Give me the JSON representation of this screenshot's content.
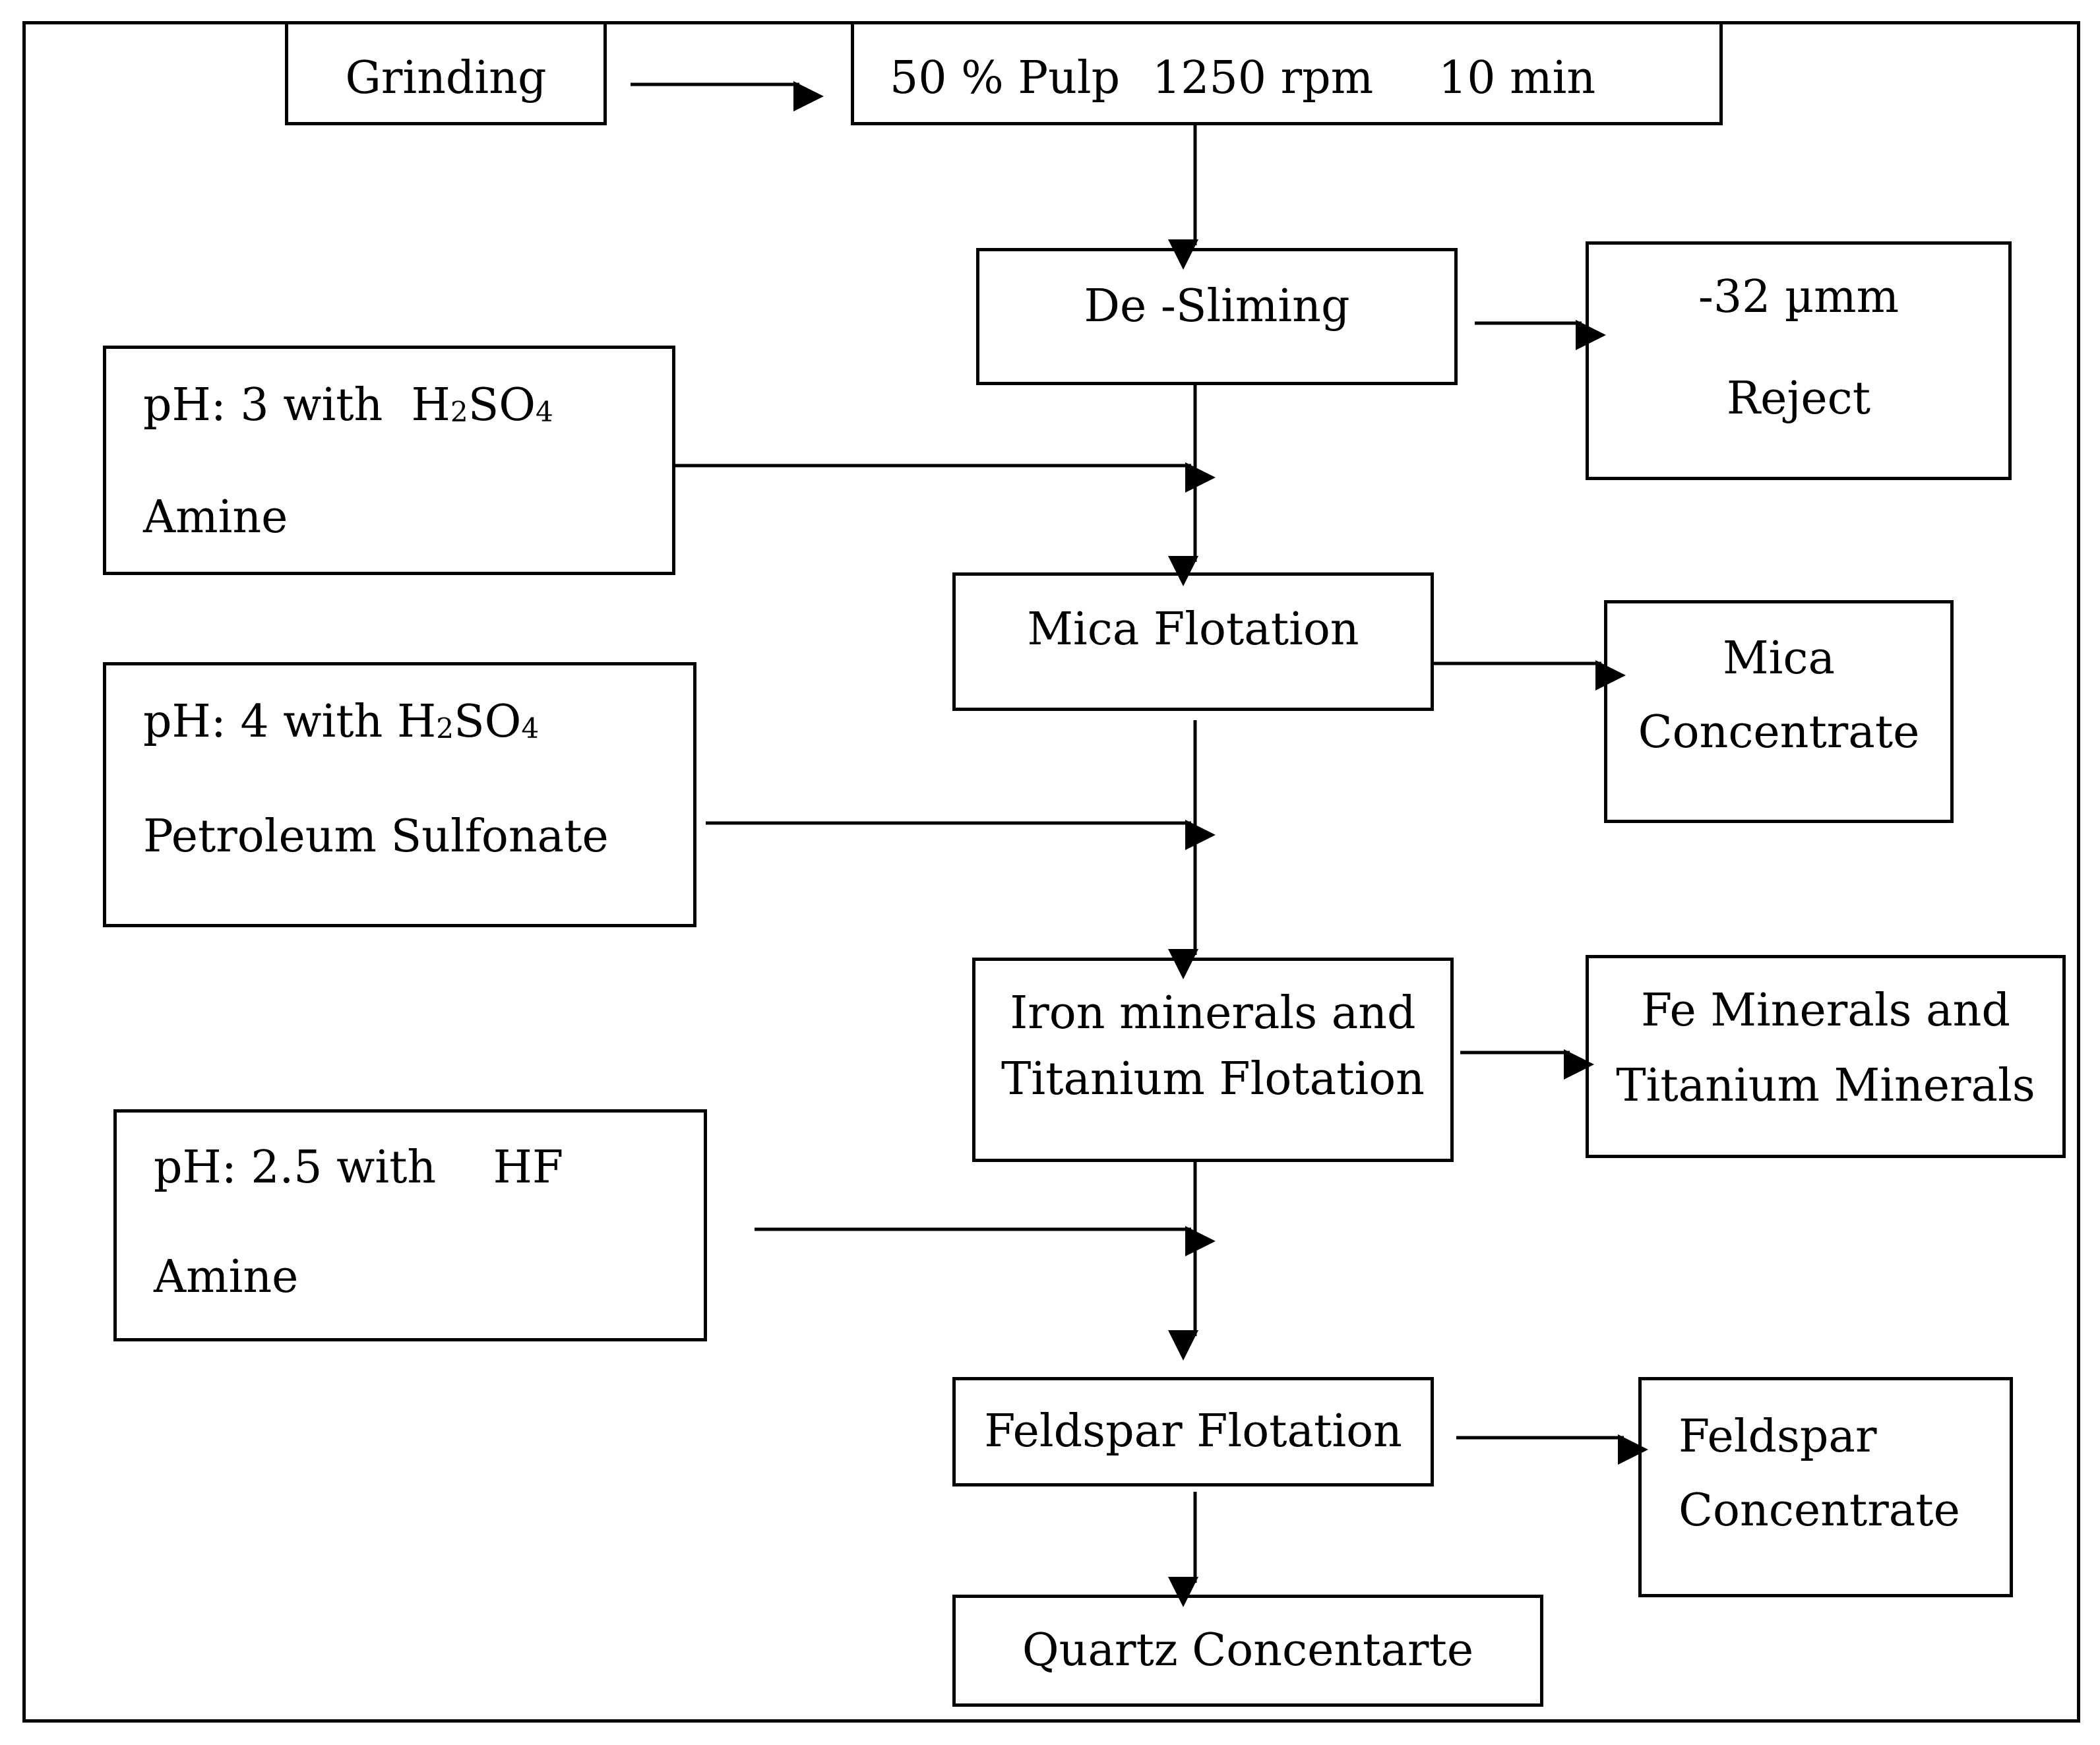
{
  "grinding": {
    "label": "Grinding"
  },
  "pulp": {
    "density": "50 % Pulp",
    "speed": "1250 rpm",
    "time": "10 min"
  },
  "desliming": {
    "label": "De -Sliming"
  },
  "reject": {
    "size": "-32 µmm",
    "label": "Reject"
  },
  "reagent1": {
    "ph": "pH: 3 with",
    "acid_main": "H",
    "acid_sub1": "2",
    "acid_rest": "SO",
    "acid_sub2": "4",
    "collector": "Amine"
  },
  "mica_flotation": {
    "label": "Mica Flotation"
  },
  "mica_concentrate": {
    "line1": "Mica",
    "line2": "Concentrate"
  },
  "reagent2": {
    "ph": "pH: 4 with",
    "acid_main": "H",
    "acid_sub1": "2",
    "acid_rest": "SO",
    "acid_sub2": "4",
    "collector": "Petroleum Sulfonate"
  },
  "iron_flotation": {
    "line1": "Iron minerals and",
    "line2": "Titanium Flotation"
  },
  "fe_minerals": {
    "line1": "Fe Minerals and",
    "line2": "Titanium Minerals"
  },
  "reagent3": {
    "ph": "pH: 2.5  with",
    "acid": "HF",
    "collector": "Amine"
  },
  "feldspar_flotation": {
    "label": "Feldspar Flotation"
  },
  "feldspar_concentrate": {
    "line1": "Feldspar",
    "line2": "Concentrate"
  },
  "quartz": {
    "label": "Quartz Concentarte"
  }
}
